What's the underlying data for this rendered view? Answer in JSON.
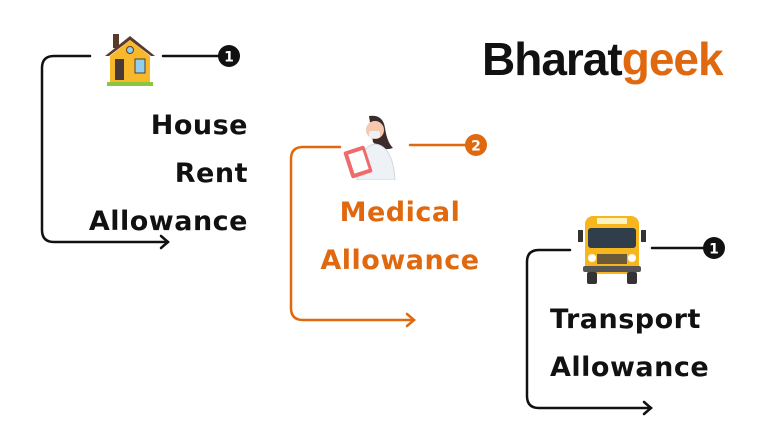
{
  "logo": {
    "part1": "Bharat",
    "part2": "geek"
  },
  "colors": {
    "dark": "#111111",
    "accent": "#e0690f"
  },
  "items": [
    {
      "line1": "House Rent",
      "line2": "Allowance",
      "badge": "1",
      "icon": "house-icon",
      "color": "#111111"
    },
    {
      "line1": "Medical",
      "line2": "Allowance",
      "badge": "2",
      "icon": "doctor-icon",
      "color": "#e0690f"
    },
    {
      "line1": "Transport",
      "line2": "Allowance",
      "badge": "1",
      "icon": "school-bus-icon",
      "color": "#111111"
    }
  ]
}
